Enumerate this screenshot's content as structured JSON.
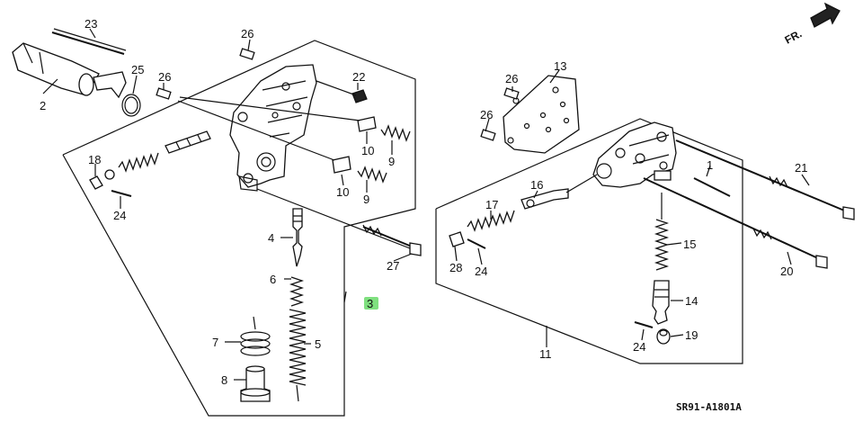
{
  "diagram": {
    "code": "SR91-A1801A",
    "direction_label": "FR.",
    "highlighted_part": "3",
    "part_numbers": {
      "p1": "1",
      "p2": "2",
      "p3": "3",
      "p4": "4",
      "p5": "5",
      "p6": "6",
      "p7": "7",
      "p8": "8",
      "p9a": "9",
      "p9b": "9",
      "p10a": "10",
      "p10b": "10",
      "p11": "11",
      "p13": "13",
      "p14": "14",
      "p15": "15",
      "p16": "16",
      "p17": "17",
      "p18": "18",
      "p19": "19",
      "p20": "20",
      "p21": "21",
      "p22": "22",
      "p23": "23",
      "p24a": "24",
      "p24b": "24",
      "p24c": "24",
      "p25": "25",
      "p26a": "26",
      "p26b": "26",
      "p26c": "26",
      "p26d": "26",
      "p27": "27",
      "p28": "28"
    },
    "colors": {
      "line": "#111111",
      "highlight": "#7fe07f",
      "background": "#ffffff"
    }
  }
}
